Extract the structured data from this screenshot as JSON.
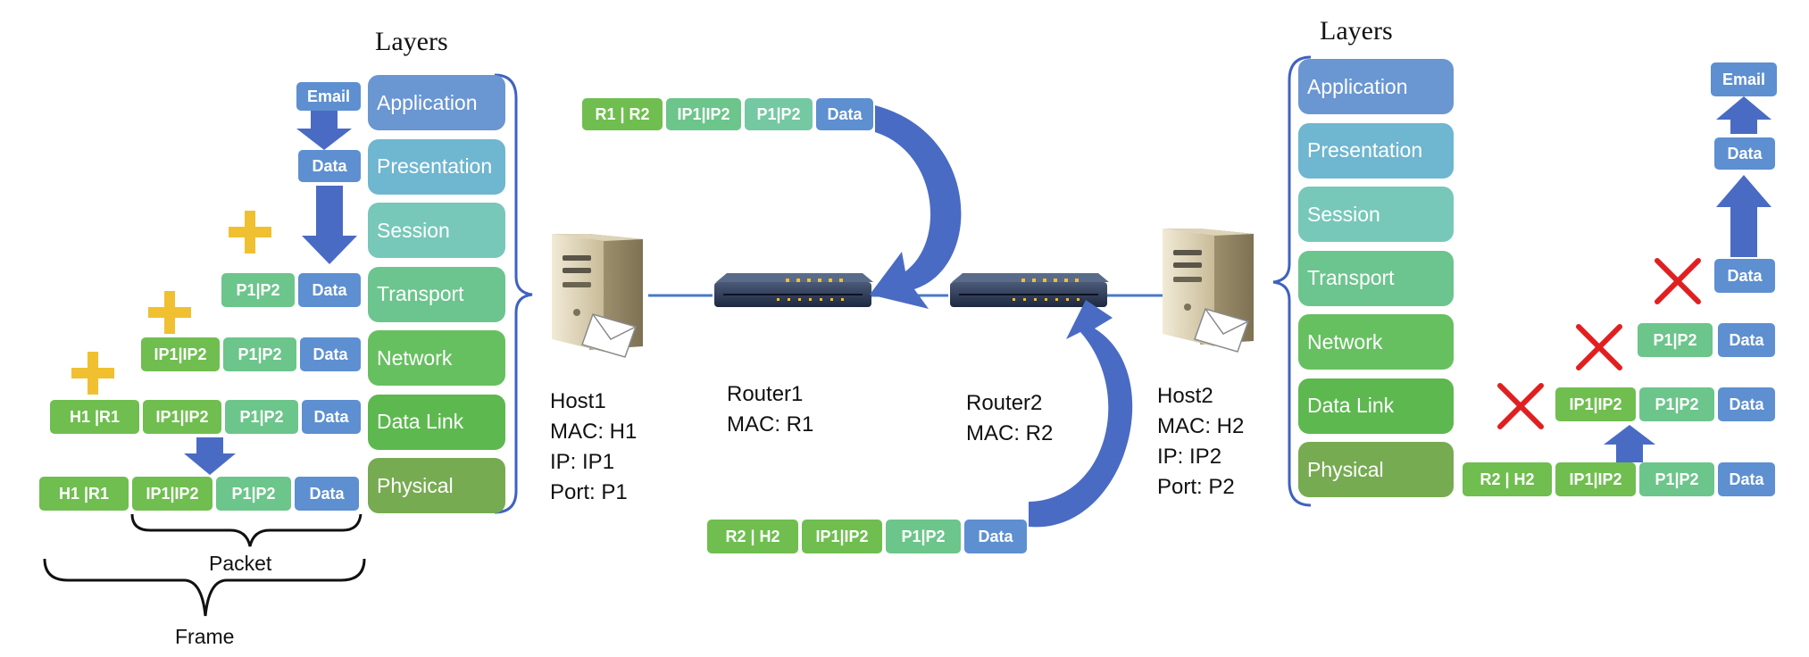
{
  "left_stack": {
    "title": "Layers",
    "layers": [
      "Application",
      "Presentation",
      "Session",
      "Transport",
      "Network",
      "Data Link",
      "Physical"
    ]
  },
  "right_stack": {
    "title": "Layers",
    "layers": [
      "Application",
      "Presentation",
      "Session",
      "Transport",
      "Network",
      "Data Link",
      "Physical"
    ]
  },
  "layer_colors": [
    "#6a96d2",
    "#6fb6d0",
    "#77c8b9",
    "#6cc58e",
    "#66c060",
    "#5db84f",
    "#77ab52"
  ],
  "encapsulation": {
    "email": "Email",
    "data": "Data",
    "ports": "P1|P2",
    "ips": "IP1|IP2",
    "macs": "H1 |R1",
    "packet_label": "Packet",
    "frame_label": "Frame"
  },
  "host1": {
    "name": "Host1",
    "mac": "MAC: H1",
    "ip": "IP: IP1",
    "port": "Port: P1"
  },
  "router1": {
    "name": "Router1",
    "mac": "MAC: R1"
  },
  "router2": {
    "name": "Router2",
    "mac": "MAC: R2"
  },
  "host2": {
    "name": "Host2",
    "mac": "MAC: H2",
    "ip": "IP: IP2",
    "port": "Port: P2"
  },
  "hop_frames": {
    "top": [
      "R1 |  R2",
      "IP1|IP2",
      "P1|P2",
      "Data"
    ],
    "bottom": [
      "R2  |  H2",
      "IP1|IP2",
      "P1|P2",
      "Data"
    ]
  },
  "decapsulation": {
    "frame": [
      "R2  |  H2",
      "IP1|IP2",
      "P1|P2",
      "Data"
    ],
    "packet": [
      "IP1|IP2",
      "P1|P2",
      "Data"
    ],
    "segment": [
      "P1|P2",
      "Data"
    ],
    "data": "Data",
    "data_top": "Data",
    "email": "Email"
  },
  "symbols": {
    "add": "plus-sign",
    "remove": "cross-mark"
  },
  "colors": {
    "arrow": "#4a6bc4",
    "plus": "#f0c030",
    "cross": "#e02020",
    "bracket": "#3f62c0"
  }
}
